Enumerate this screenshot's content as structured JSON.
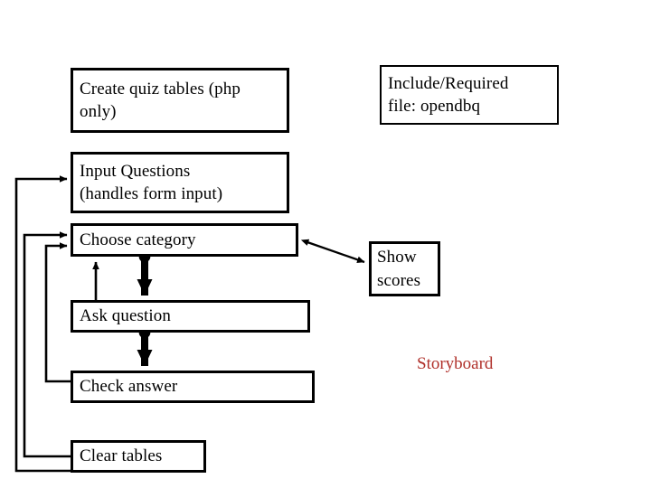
{
  "diagram": {
    "title": "Storyboard",
    "caption": "Storyboard",
    "caption_color": "#b0302a",
    "background": "#ffffff",
    "line_color": "#000000",
    "nodes": [
      {
        "id": "create-tables",
        "label": "Create quiz  tables (php\nonly)"
      },
      {
        "id": "include-file",
        "label": "Include/Required\nfile: opendbq"
      },
      {
        "id": "input-questions",
        "label": "Input Questions\n(handles form input)"
      },
      {
        "id": "choose-category",
        "label": "Choose category"
      },
      {
        "id": "show-scores",
        "label": "Show\nscores"
      },
      {
        "id": "ask-question",
        "label": "Ask question"
      },
      {
        "id": "check-answer",
        "label": "Check answer"
      },
      {
        "id": "clear-tables",
        "label": "Clear tables"
      }
    ],
    "connectors": [
      {
        "id": "clear-tables-to-input-questions",
        "from": "clear-tables",
        "to": "input-questions",
        "style": "thin",
        "arrow": "end"
      },
      {
        "id": "clear-tables-to-choose-category",
        "from": "clear-tables",
        "to": "choose-category",
        "style": "thin",
        "arrow": "end"
      },
      {
        "id": "check-answer-to-choose-category",
        "from": "check-answer",
        "to": "choose-category",
        "style": "thin",
        "arrow": "end"
      },
      {
        "id": "ask-question-to-choose-category",
        "from": "ask-question",
        "to": "choose-category",
        "style": "thin",
        "arrow": "end"
      },
      {
        "id": "choose-category-to-ask-question",
        "from": "choose-category",
        "to": "ask-question",
        "style": "thick",
        "arrow": "end"
      },
      {
        "id": "ask-question-to-check-answer",
        "from": "ask-question",
        "to": "check-answer",
        "style": "thick",
        "arrow": "end"
      },
      {
        "id": "choose-category-show-scores",
        "from": "choose-category",
        "to": "show-scores",
        "style": "thin",
        "arrow": "both"
      }
    ]
  }
}
